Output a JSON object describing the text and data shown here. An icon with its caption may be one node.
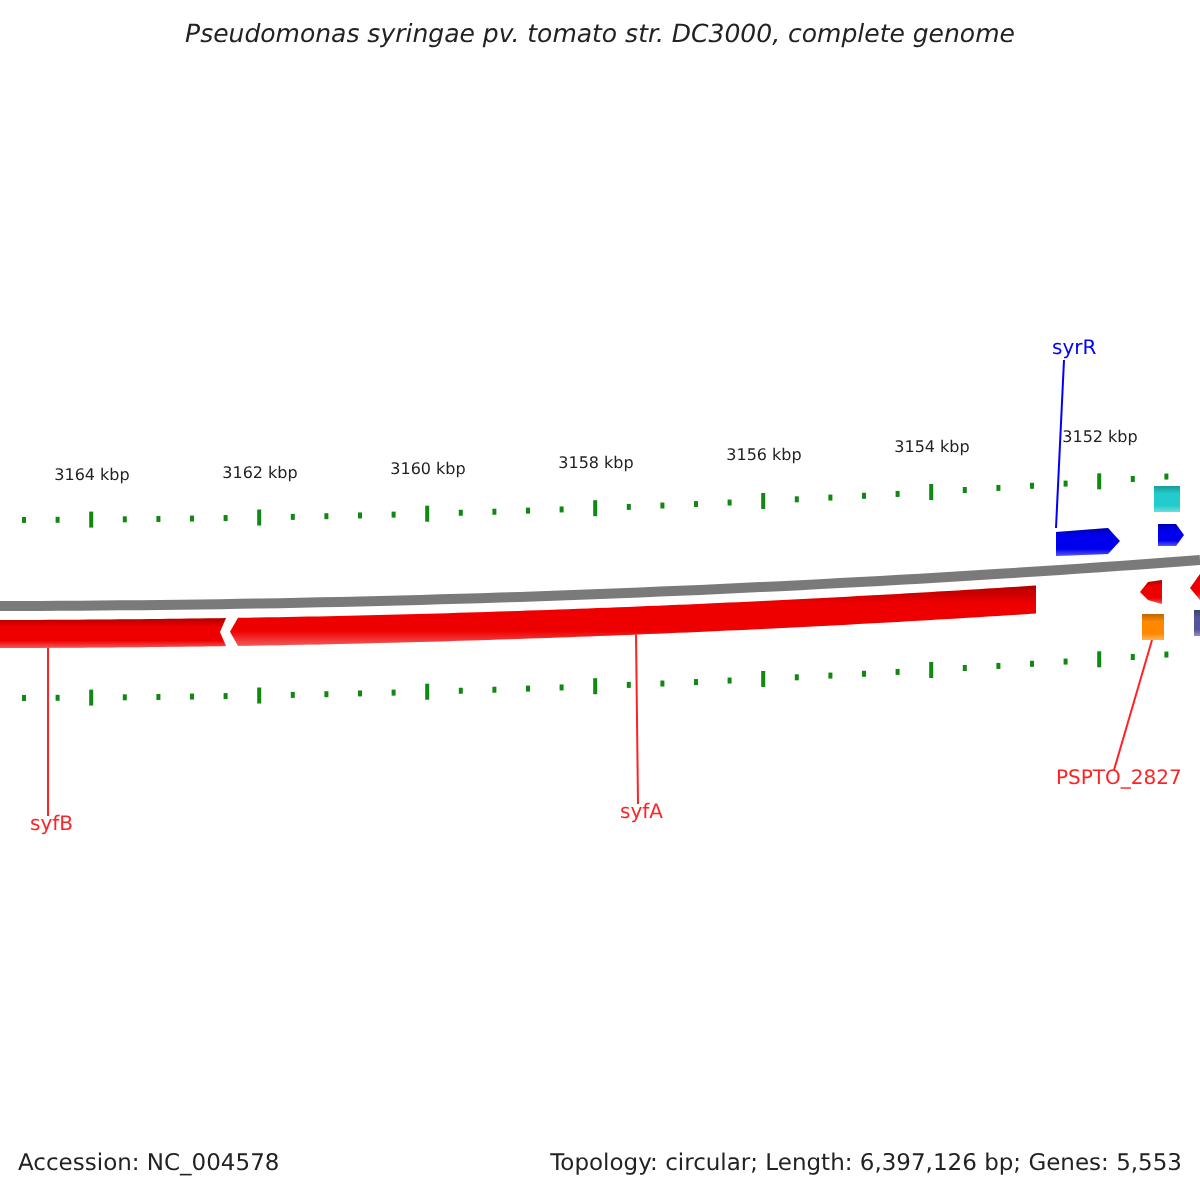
{
  "diagram": {
    "title": "Pseudomonas syringae pv. tomato str. DC3000, complete genome",
    "nodes": [
      {
        "text": [
          "syrR"
        ]
      },
      {
        "text": [],
        "shape": "arrow"
      },
      {
        "text": [
          "syfB"
        ]
      },
      {
        "text": [],
        "shape": "arrow"
      },
      {
        "text": [
          "syfA"
        ]
      },
      {
        "text": [],
        "shape": "arrow"
      },
      {
        "text": [
          "PSPTO_2827"
        ]
      },
      {
        "text": [],
        "shape": "box"
      }
    ],
    "edges": [
      {
        "from": 0,
        "to": 1,
        "arrow": "none",
        "color": "#0000ff"
      },
      {
        "from": 2,
        "to": 3,
        "arrow": "none"
      },
      {
        "from": 4,
        "to": 5,
        "arrow": "none"
      },
      {
        "from": 6,
        "to": 7,
        "arrow": "none"
      }
    ],
    "labels": [
      "3164 kbp",
      "3162 kbp",
      "3160 kbp",
      "3158 kbp",
      "3156 kbp",
      "3154 kbp",
      "3152 kbp",
      "Accession: NC_004578",
      "Topology: circular; Length: 6,397,126 bp; Genes: 5,553"
    ]
  }
}
